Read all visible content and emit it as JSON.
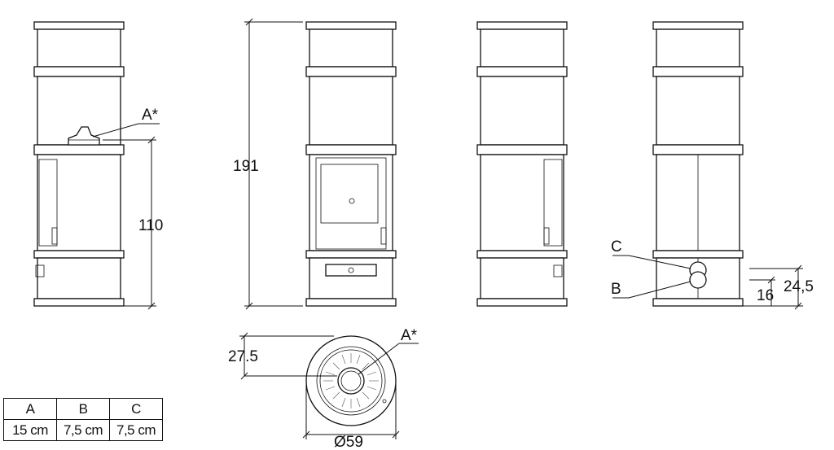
{
  "labels": {
    "height_total": "191",
    "height_outlet": "110",
    "outlet_a": "A*",
    "outlet_a_top": "A*",
    "inlet_c": "C",
    "inlet_b": "B",
    "height_16": "16",
    "height_24": "24,5",
    "offset_27": "27.5",
    "diameter": "Ø59"
  },
  "table": {
    "headers": [
      "A",
      "B",
      "C"
    ],
    "values": [
      "15 cm",
      "7,5 cm",
      "7,5 cm"
    ]
  }
}
